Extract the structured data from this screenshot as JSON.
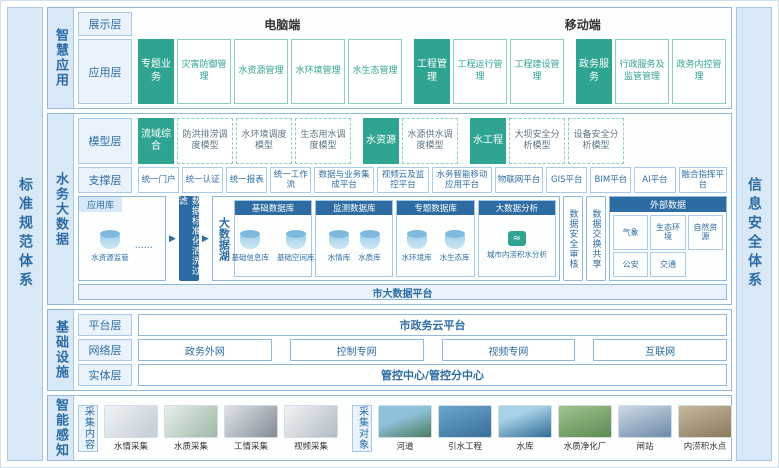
{
  "left_bar": "标准规范体系",
  "right_bar": "信息安全体系",
  "smart_app": {
    "label": "智慧应用",
    "display_layer": {
      "label": "展示层",
      "items": [
        "电脑端",
        "移动端"
      ]
    },
    "app_layer": {
      "label": "应用层",
      "groups": [
        {
          "header": "专题业务",
          "items": [
            "灾害防御管理",
            "水资源管理",
            "水环境管理",
            "水生态管理"
          ]
        },
        {
          "header": "工程管理",
          "items": [
            "工程运行管理",
            "工程建设管理"
          ]
        },
        {
          "header": "政务服务",
          "items": [
            "行政服务及监管管理",
            "政务内控管理"
          ]
        }
      ]
    }
  },
  "big_data": {
    "label": "水务大数据",
    "model_layer": {
      "label": "模型层",
      "groups": [
        {
          "header": "流域综合",
          "items": [
            "防洪排涝调度模型",
            "水环境调度模型",
            "生态用水调度模型"
          ]
        },
        {
          "header": "水资源",
          "items": [
            "水源供水调度模型"
          ]
        },
        {
          "header": "水工程",
          "items": [
            "大坝安全分析模型",
            "设备安全分析模型"
          ]
        }
      ]
    },
    "support_layer": {
      "label": "支撑层",
      "items": [
        "统一门户",
        "统一认证",
        "统一报表",
        "统一工作流",
        "数据与业务集成平台",
        "视频云及监控平台",
        "水务智能移动应用平台",
        "物联网平台",
        "GIS平台",
        "BIM平台",
        "AI平台",
        "融合指挥平台"
      ]
    },
    "data_layer": {
      "app_db": {
        "label": "应用库",
        "cylinder": "水资源监管",
        "dots": "……"
      },
      "cleanse": "数据标准化清洗过滤",
      "lake": {
        "label": "大数据湖",
        "groups": [
          {
            "header": "基础数据库",
            "cylinders": [
              "基础信息库",
              "基础空间库"
            ]
          },
          {
            "header": "监测数据库",
            "cylinders": [
              "水情库",
              "水质库"
            ]
          },
          {
            "header": "专题数据库",
            "cylinders": [
              "水环境库",
              "水生态库"
            ]
          },
          {
            "header": "大数据分析",
            "analysis": "城市内涝积水分析"
          }
        ]
      },
      "audit": "数据安全审核",
      "exchange": "数据交换共享",
      "external": {
        "header": "外部数据",
        "items": [
          "气象",
          "生态环境",
          "自然资源",
          "公安",
          "交通"
        ]
      }
    },
    "platform_bar": "市大数据平台"
  },
  "infrastructure": {
    "label": "基础设施",
    "rows": [
      {
        "label": "平台层",
        "items": [
          "市政务云平台"
        ]
      },
      {
        "label": "网络层",
        "items": [
          "政务外网",
          "控制专网",
          "视频专网",
          "互联网"
        ]
      },
      {
        "label": "实体层",
        "items": [
          "管控中心/管控分中心"
        ]
      }
    ]
  },
  "perception": {
    "label": "智能感知",
    "collect_content": {
      "label": "采集内容",
      "items": [
        "水情采集",
        "水质采集",
        "工情采集",
        "视频采集"
      ]
    },
    "collect_target": {
      "label": "采集对象",
      "items": [
        "河道",
        "引水工程",
        "水库",
        "水质净化厂",
        "闸站",
        "内涝积水点"
      ]
    }
  }
}
